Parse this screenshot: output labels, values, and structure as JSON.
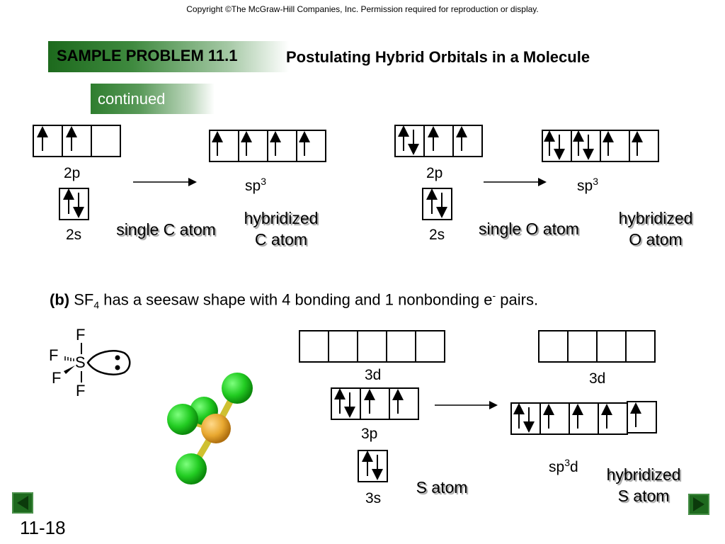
{
  "copyright": "Copyright ©The McGraw-Hill Companies, Inc.  Permission required for reproduction or display.",
  "header": {
    "label": "SAMPLE PROBLEM 11.1",
    "title": "Postulating Hybrid Orbitals in a Molecule",
    "continued": "continued"
  },
  "carbon": {
    "p_label": "2p",
    "s_label": "2s",
    "hyb_label_base": "sp",
    "hyb_label_sup": "3",
    "single_label": "single C atom",
    "hybrid_label_line1": "hybridized",
    "hybrid_label_line2": "C atom"
  },
  "oxygen": {
    "p_label": "2p",
    "s_label": "2s",
    "hyb_label_base": "sp",
    "hyb_label_sup": "3",
    "single_label": "single O atom",
    "hybrid_label_line1": "hybridized",
    "hybrid_label_line2": "O atom"
  },
  "part_b": {
    "part": "(b)",
    "formula_base": "SF",
    "formula_sub": "4",
    "text_middle": " has a seesaw shape with 4 bonding and 1 nonbonding e",
    "electron_sup": "-",
    "text_end": " pairs."
  },
  "sulfur": {
    "d_label": "3d",
    "p_label": "3p",
    "s_label": "3s",
    "hyb_d_label": "3d",
    "hyb_label_base": "sp",
    "hyb_label_sup": "3",
    "hyb_label_end": "d",
    "single_label": "S atom",
    "hybrid_label_line1": "hybridized",
    "hybrid_label_line2": "S atom"
  },
  "lewis": {
    "central": "S",
    "top": "F",
    "left_upper": "F",
    "left_lower": "F",
    "bottom": "F"
  },
  "colors": {
    "banner_green": "#1d6a1d",
    "nav_green": "#2e7d2e",
    "fluorine_green": "#22cc22",
    "sulfur_gold": "#e8a830"
  },
  "page_number": "11-18"
}
